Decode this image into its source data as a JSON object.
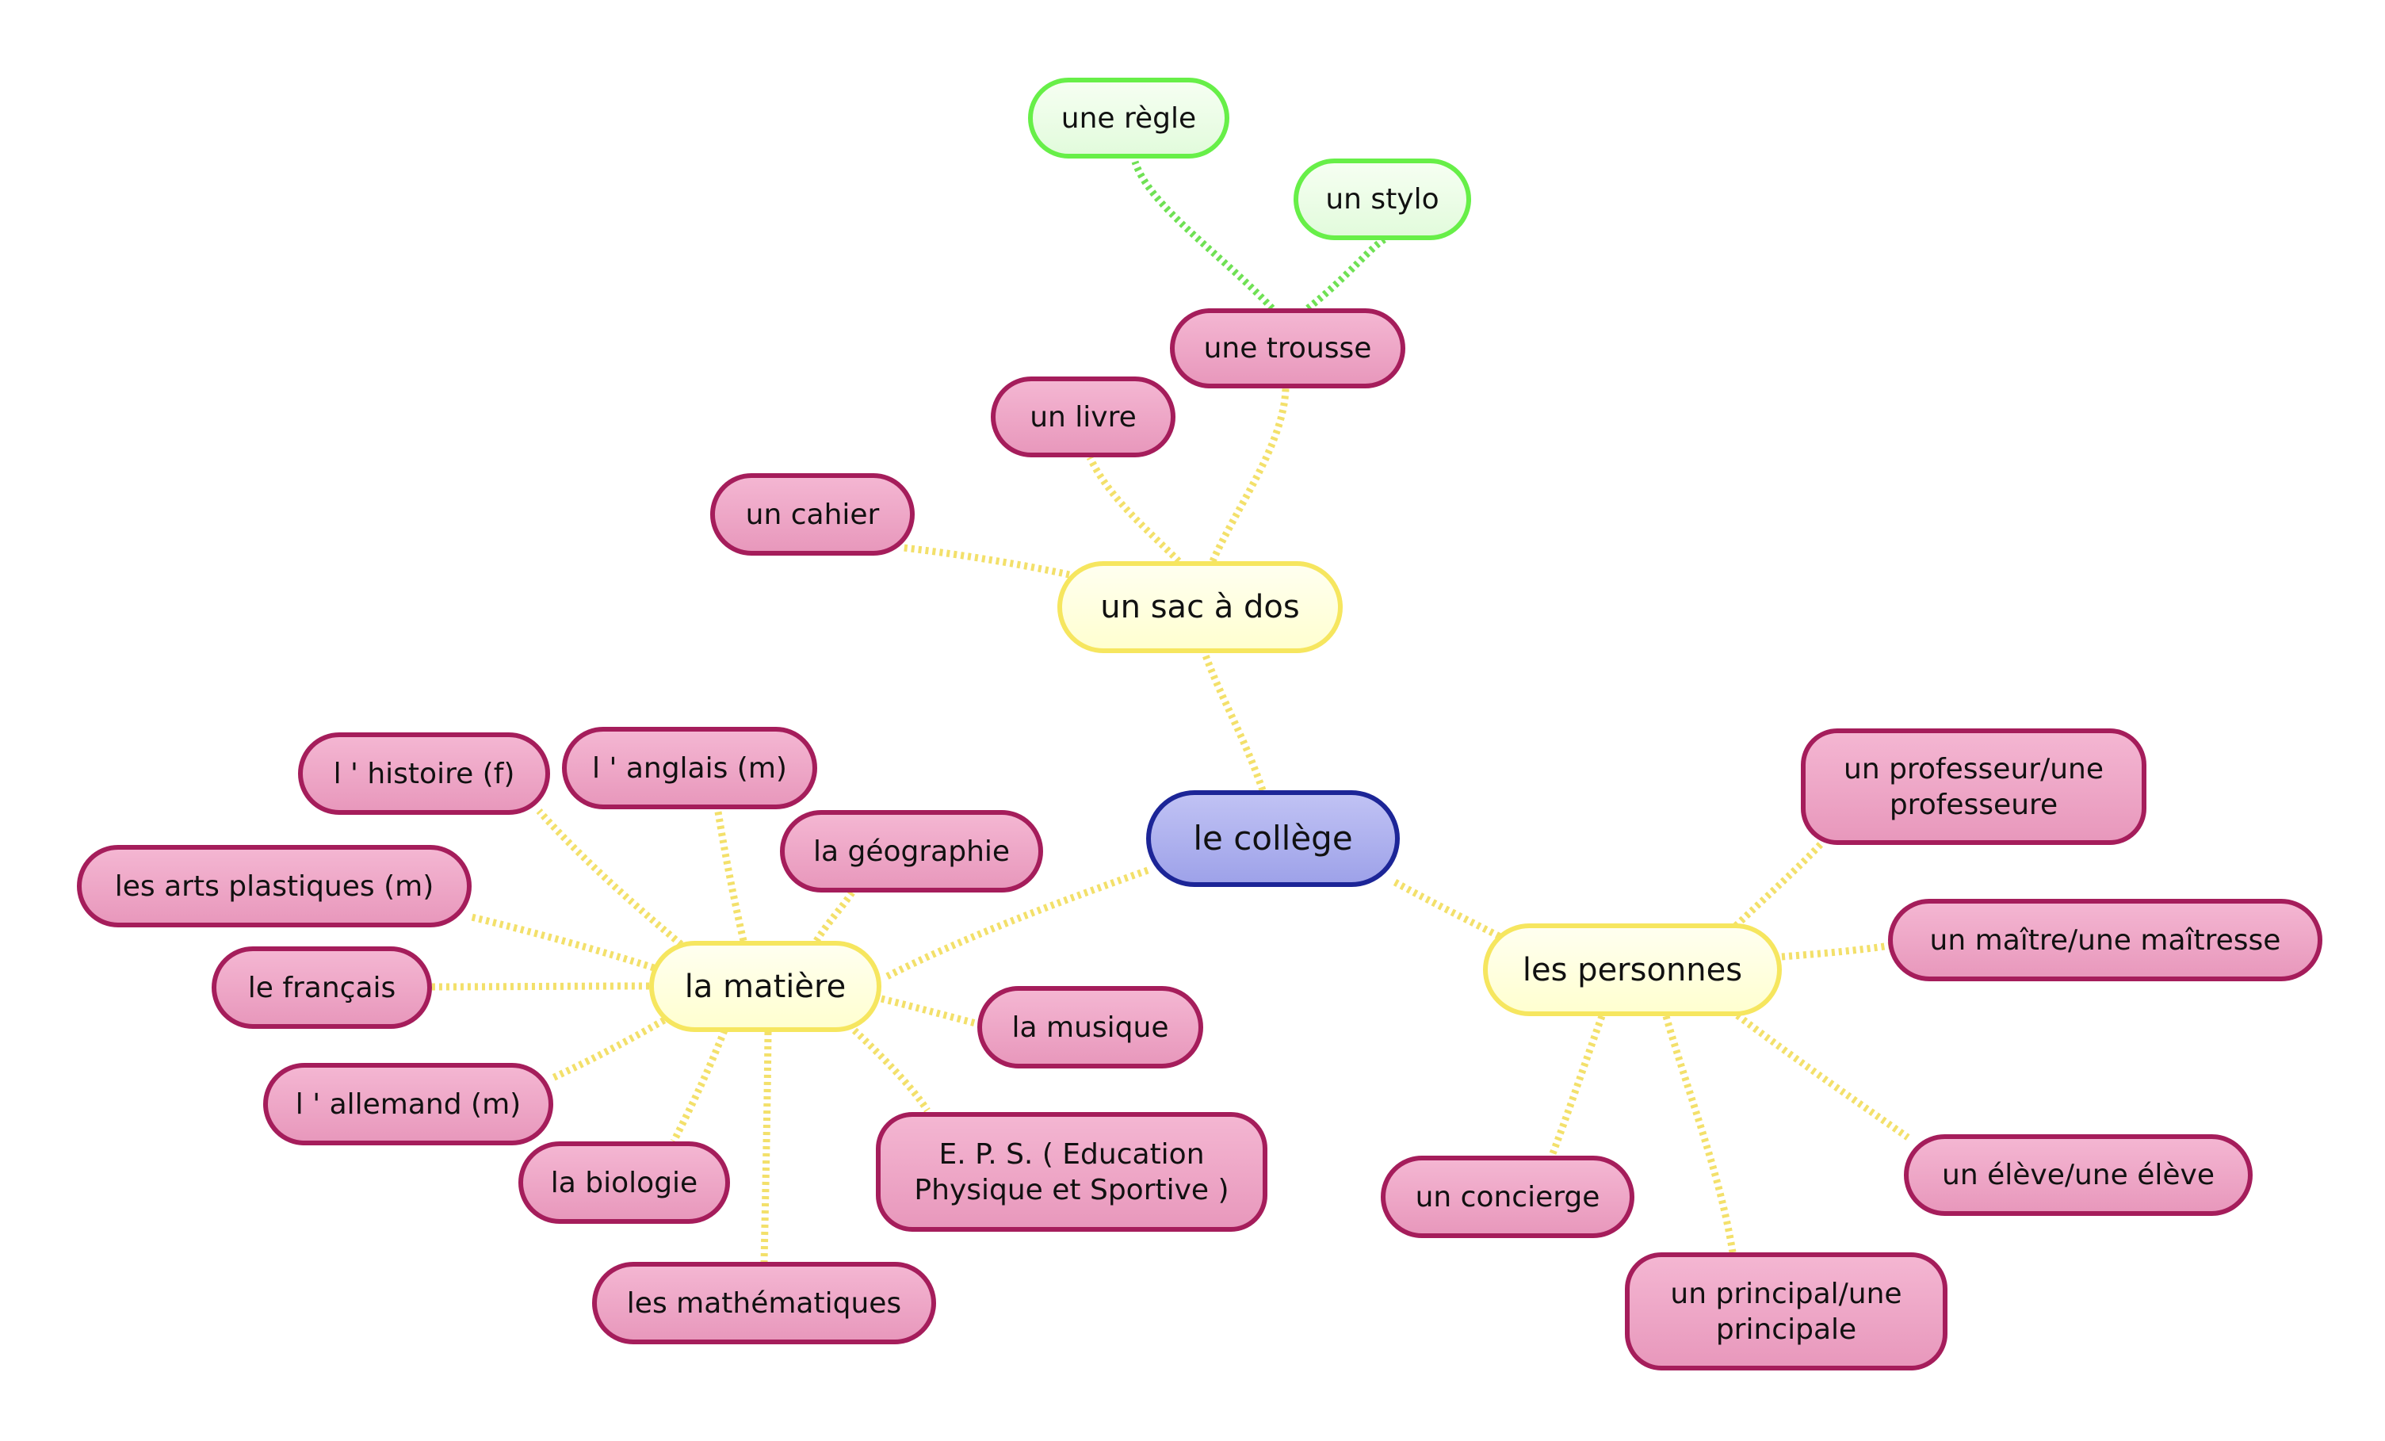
{
  "central": "le collège",
  "branches": {
    "sac": "un sac à dos",
    "matiere": "la matière",
    "personnes": "les personnes"
  },
  "sac_items": {
    "trousse": "une trousse",
    "livre": "un livre",
    "cahier": "un cahier"
  },
  "trousse_items": {
    "regle": "une règle",
    "stylo": "un stylo"
  },
  "matiere_items": {
    "histoire": "l ' histoire (f)",
    "anglais": "l ' anglais (m)",
    "geographie": "la géographie",
    "arts": "les arts plastiques (m)",
    "francais": "le français",
    "musique": "la musique",
    "allemand": "l ' allemand (m)",
    "biologie": "la biologie",
    "eps": "E. P. S. ( Education Physique et Sportive )",
    "maths": "les mathématiques"
  },
  "personnes_items": {
    "professeur": "un professeur/une professeure",
    "maitre": "un maître/une maîtresse",
    "eleve": "un élève/une élève",
    "concierge": "un concierge",
    "principal": "un principal/une principale"
  },
  "colors": {
    "central_fill": "#a7aaee",
    "central_border": "#1c2597",
    "main_fill": "#ffffd8",
    "main_border": "#f6e65f",
    "sub_fill": "#eda4c6",
    "sub_border": "#a51d5b",
    "leaf_fill": "#e8fde2",
    "leaf_border": "#67ef48",
    "connector_yellow": "#f3e06a",
    "connector_green": "#6fe154"
  }
}
